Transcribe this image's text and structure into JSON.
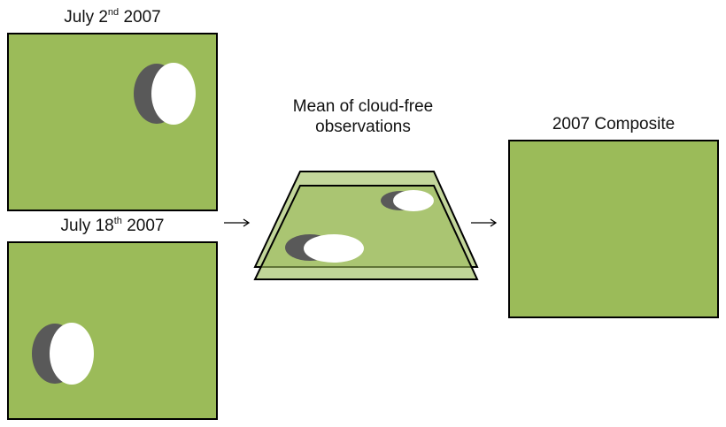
{
  "colors": {
    "field_green": "#9bbb59",
    "field_green_light": "#c3d69b",
    "cloud_white": "#ffffff",
    "shadow_gray": "#595959",
    "border": "#000000"
  },
  "panel_a": {
    "label_prefix": "July 2",
    "label_sup": "nd",
    "label_suffix": " 2007"
  },
  "panel_b": {
    "label_prefix": "July 18",
    "label_sup": "th",
    "label_suffix": " 2007"
  },
  "middle": {
    "label_line1": "Mean of cloud-free",
    "label_line2": "observations"
  },
  "result": {
    "label": "2007 Composite"
  },
  "icons": {
    "arrow_1": "arrow-right-icon",
    "arrow_2": "arrow-right-icon"
  }
}
